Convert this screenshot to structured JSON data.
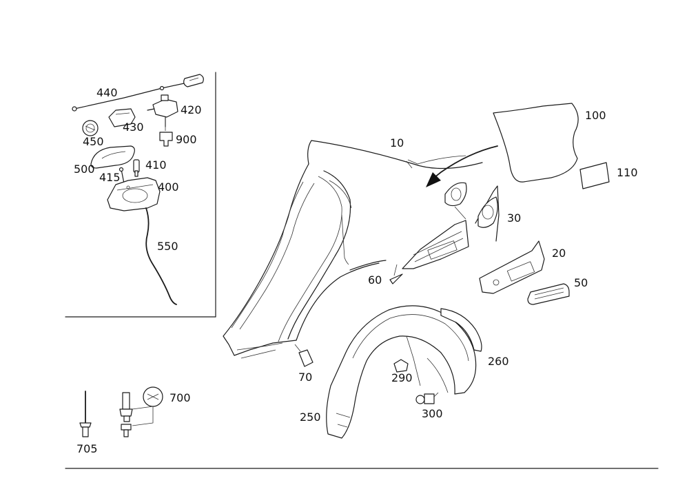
{
  "labels": {
    "p10": "10",
    "p20": "20",
    "p30": "30",
    "p50": "50",
    "p60": "60",
    "p70": "70",
    "p100": "100",
    "p110": "110",
    "p250": "250",
    "p260": "260",
    "p290": "290",
    "p300": "300",
    "p400": "400",
    "p410": "410",
    "p415": "415",
    "p420": "420",
    "p430": "430",
    "p440": "440",
    "p450": "450",
    "p500": "500",
    "p550": "550",
    "p700": "700",
    "p705": "705",
    "p900": "900"
  },
  "colors": {
    "line": "#1a1a1a",
    "background": "#ffffff"
  }
}
